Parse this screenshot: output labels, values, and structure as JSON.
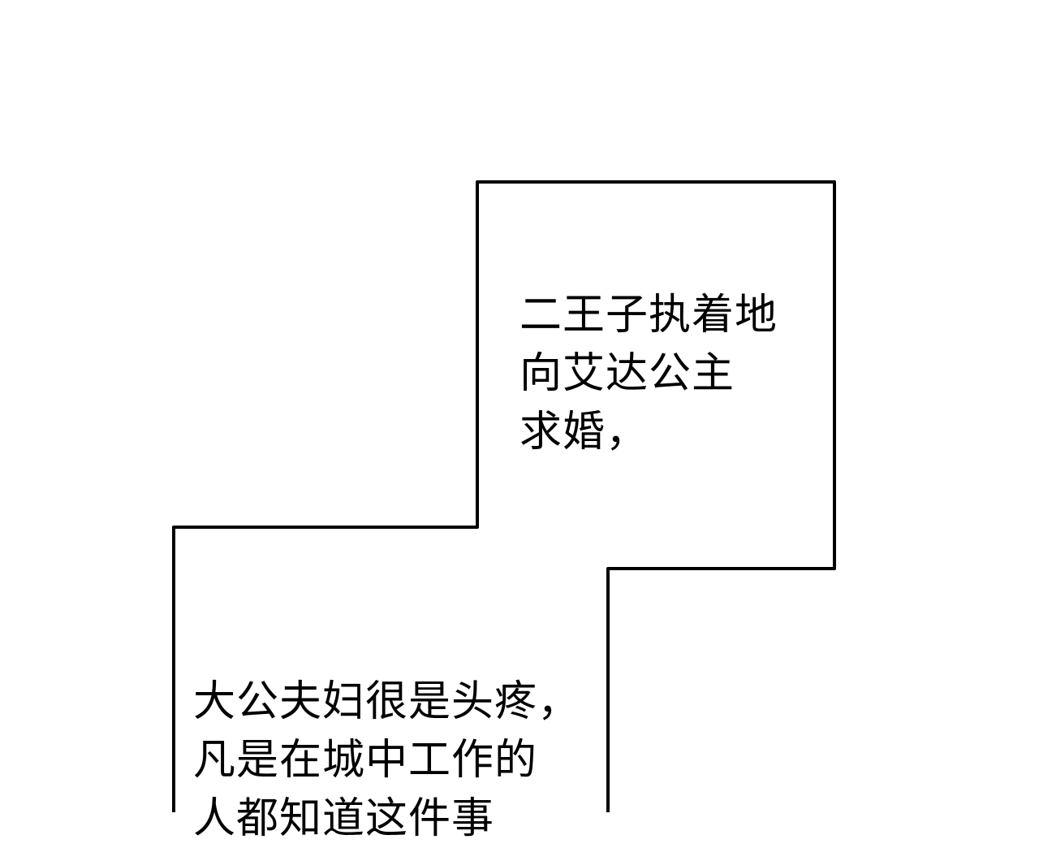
{
  "panel": {
    "background": "#ffffff",
    "border_color": "#000000",
    "captions": {
      "top": {
        "lines": [
          "二王子执着地",
          "向艾达公主",
          "求婚，"
        ]
      },
      "bottom": {
        "lines": [
          "大公夫妇很是头疼，",
          "凡是在城中工作的",
          "人都知道这件事"
        ]
      }
    }
  }
}
